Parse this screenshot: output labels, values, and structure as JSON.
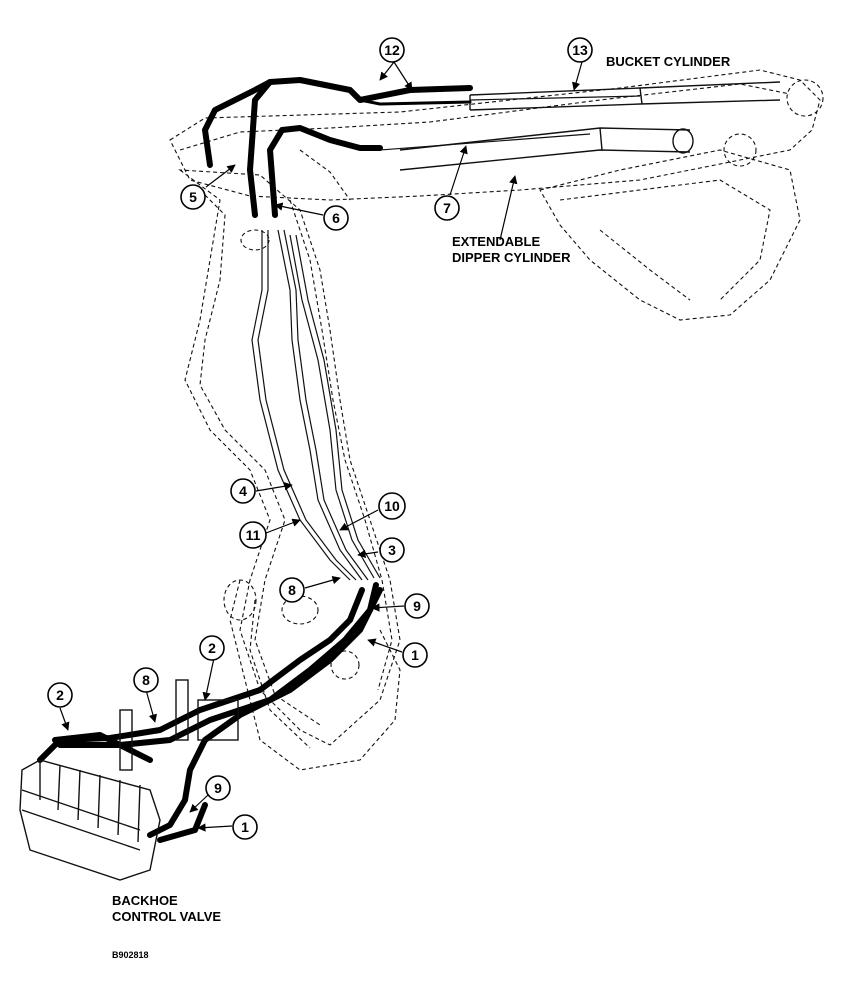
{
  "labels": {
    "bucket_cylinder": "BUCKET CYLINDER",
    "extendable_dipper_line1": "EXTENDABLE",
    "extendable_dipper_line2": "DIPPER CYLINDER",
    "control_valve_line1": "BACKHOE",
    "control_valve_line2": "CONTROL VALVE",
    "figure_id": "B902818"
  },
  "callouts": {
    "c12": "12",
    "c13": "13",
    "c5": "5",
    "c6": "6",
    "c7": "7",
    "c4": "4",
    "c10": "10",
    "c11": "11",
    "c3": "3",
    "c8_upper": "8",
    "c9_upper": "9",
    "c1_upper": "1",
    "c2_left": "2",
    "c8_lower": "8",
    "c2_mid": "2",
    "c9_lower": "9",
    "c1_lower": "1"
  }
}
